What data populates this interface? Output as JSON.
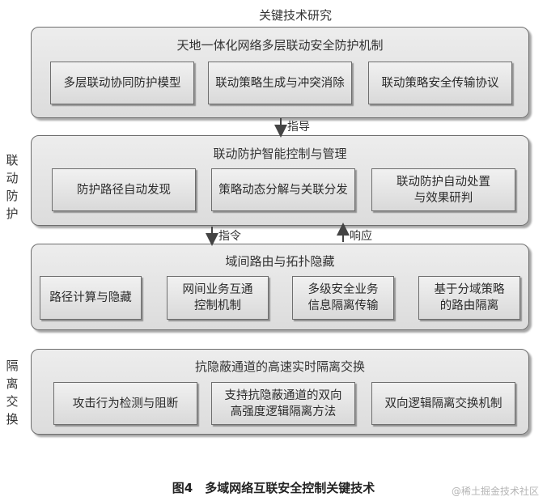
{
  "title": "关键技术研究",
  "layers": [
    {
      "title": "天地一体化网络多层联动安全防护机制",
      "boxes": [
        "多层联动协同防护模型",
        "联动策略生成与冲突消除",
        "联动策略安全传输协议"
      ]
    },
    {
      "title": "联动防护智能控制与管理",
      "boxes": [
        "防护路径自动发现",
        "策略动态分解与关联分发",
        "联动防护自动处置\n与效果研判"
      ]
    },
    {
      "title": "域间路由与拓扑隐藏",
      "boxes": [
        "路径计算与隐藏",
        "网间业务互通\n控制机制",
        "多级安全业务\n信息隔离传输",
        "基于分域策略\n的路由隔离"
      ]
    },
    {
      "title": "抗隐蔽通道的高速实时隔离交换",
      "boxes": [
        "攻击行为检测与阻断",
        "支持抗隐蔽通道的双向\n高强度逻辑隔离方法",
        "双向逻辑隔离交换机制"
      ]
    }
  ],
  "side_labels": {
    "linkage": "联\n动\n防\n护",
    "isolation": "隔\n离\n交\n换"
  },
  "arrows": {
    "guide": "指导",
    "command": "指令",
    "response": "响应"
  },
  "caption": "图4　多域网络互联安全控制关键技术",
  "watermark": "@稀土掘金技术社区"
}
